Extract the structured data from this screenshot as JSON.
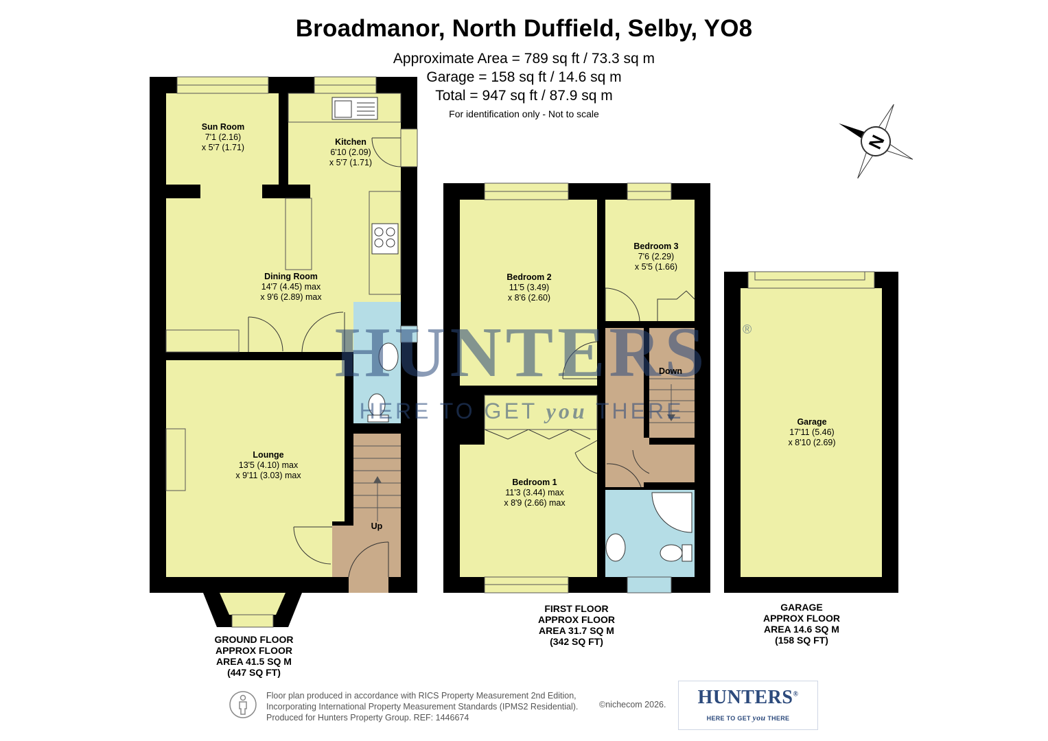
{
  "header": {
    "title": "Broadmanor, North Duffield, Selby, YO8",
    "area_lines": [
      "Approximate Area = 789 sq ft / 73.3 sq m",
      "Garage = 158 sq ft / 14.6 sq m",
      "Total = 947 sq ft / 87.9 sq m"
    ],
    "note": "For identification only - Not to scale"
  },
  "rooms": {
    "sun_room": [
      "Sun Room",
      "7'1 (2.16)",
      "x 5'7 (1.71)"
    ],
    "kitchen": [
      "Kitchen",
      "6'10 (2.09)",
      "x 5'7 (1.71)"
    ],
    "dining_room": [
      "Dining Room",
      "14'7 (4.45) max",
      "x 9'6 (2.89) max"
    ],
    "lounge": [
      "Lounge",
      "13'5 (4.10) max",
      "x 9'11 (3.03) max"
    ],
    "bedroom_2": [
      "Bedroom 2",
      "11'5 (3.49)",
      "x 8'6 (2.60)"
    ],
    "bedroom_3": [
      "Bedroom 3",
      "7'6 (2.29)",
      "x 5'5 (1.66)"
    ],
    "bedroom_1": [
      "Bedroom 1",
      "11'3 (3.44) max",
      "x 8'9 (2.66) max"
    ],
    "garage": [
      "Garage",
      "17'11 (5.46)",
      "x 8'10 (2.69)"
    ]
  },
  "stairs": {
    "up": "Up",
    "down": "Down"
  },
  "floors": {
    "ground": [
      "GROUND FLOOR",
      "APPROX FLOOR",
      "AREA 41.5 SQ M",
      "(447 SQ FT)"
    ],
    "first": [
      "FIRST FLOOR",
      "APPROX FLOOR",
      "AREA 31.7 SQ M",
      "(342 SQ FT)"
    ],
    "garage": [
      "GARAGE",
      "APPROX FLOOR",
      "AREA 14.6 SQ M",
      "(158 SQ FT)"
    ]
  },
  "compass": {
    "label": "N",
    "icon": "compass-north-icon"
  },
  "watermark": {
    "word": "HUNTERS",
    "tagline_parts": [
      "HERE TO GET ",
      "you",
      " THERE"
    ],
    "registered": "®"
  },
  "footer": {
    "lines": [
      "Floor plan produced in accordance with RICS Property Measurement 2nd Edition,",
      "Incorporating International Property Measurement Standards (IPMS2 Residential).",
      "Produced for Hunters Property Group.   REF: 1446674"
    ],
    "credit": "©nichecom  2026.",
    "logo_word": "HUNTERS",
    "logo_registered": "®",
    "logo_tagline_parts": [
      "HERE TO GET ",
      "you",
      " THERE"
    ]
  },
  "colors": {
    "wall": "#000000",
    "room_fill": "#eef0a8",
    "bathroom_fill": "#b5dde6",
    "stairs_fill": "#c9ab8a",
    "watermark": "#2c4a7c"
  }
}
